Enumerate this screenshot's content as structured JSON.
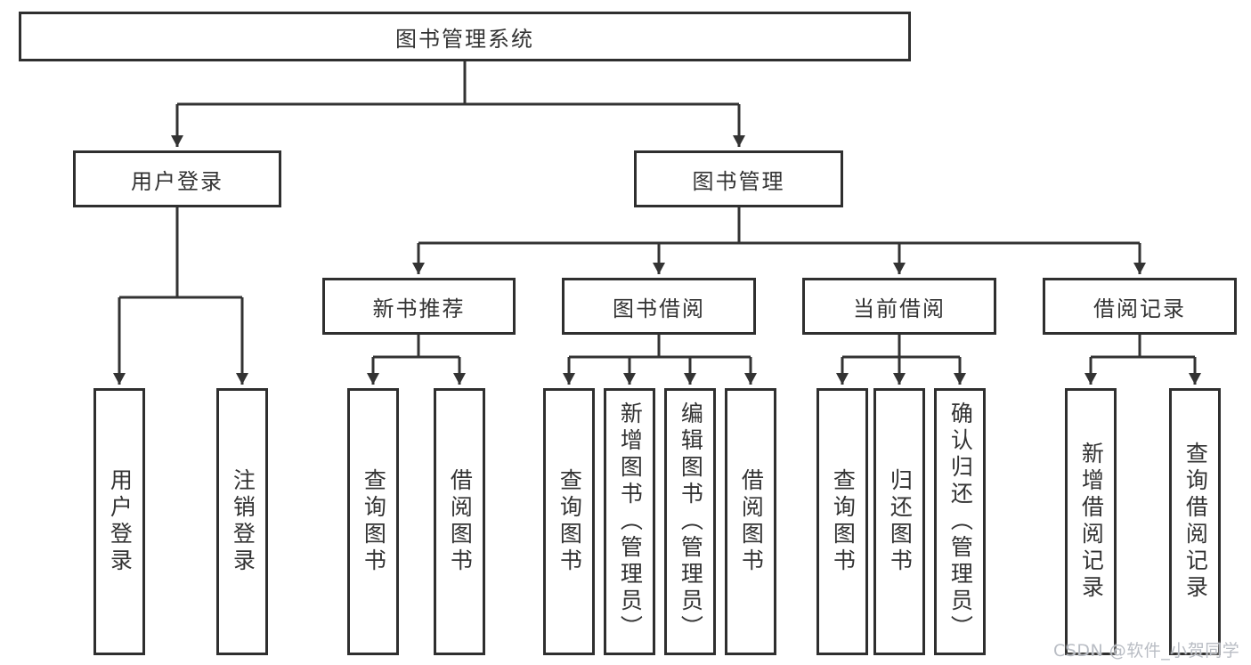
{
  "tree": {
    "root": {
      "label": "图书管理系统"
    },
    "branches": [
      {
        "label": "用户登录",
        "children": [
          {
            "label": "用户登录"
          },
          {
            "label": "注销登录"
          }
        ]
      },
      {
        "label": "图书管理",
        "children": [
          {
            "label": "新书推荐",
            "children": [
              {
                "label": "查询图书"
              },
              {
                "label": "借阅图书"
              }
            ]
          },
          {
            "label": "图书借阅",
            "children": [
              {
                "label": "查询图书"
              },
              {
                "label": "新增图书（管理员）"
              },
              {
                "label": "编辑图书（管理员）"
              },
              {
                "label": "借阅图书"
              }
            ]
          },
          {
            "label": "当前借阅",
            "children": [
              {
                "label": "查询图书"
              },
              {
                "label": "归还图书"
              },
              {
                "label": "确认归还（管理员）"
              }
            ]
          },
          {
            "label": "借阅记录",
            "children": [
              {
                "label": "新增借阅记录"
              },
              {
                "label": "查询借阅记录"
              }
            ]
          }
        ]
      }
    ]
  },
  "watermark": {
    "text": "CSDN @软件_小贺同学"
  },
  "colors": {
    "line": "#333333",
    "box_border": "#2f2f2f",
    "text": "#333333",
    "background": "#ffffff",
    "watermark": "#b9bdc4"
  }
}
